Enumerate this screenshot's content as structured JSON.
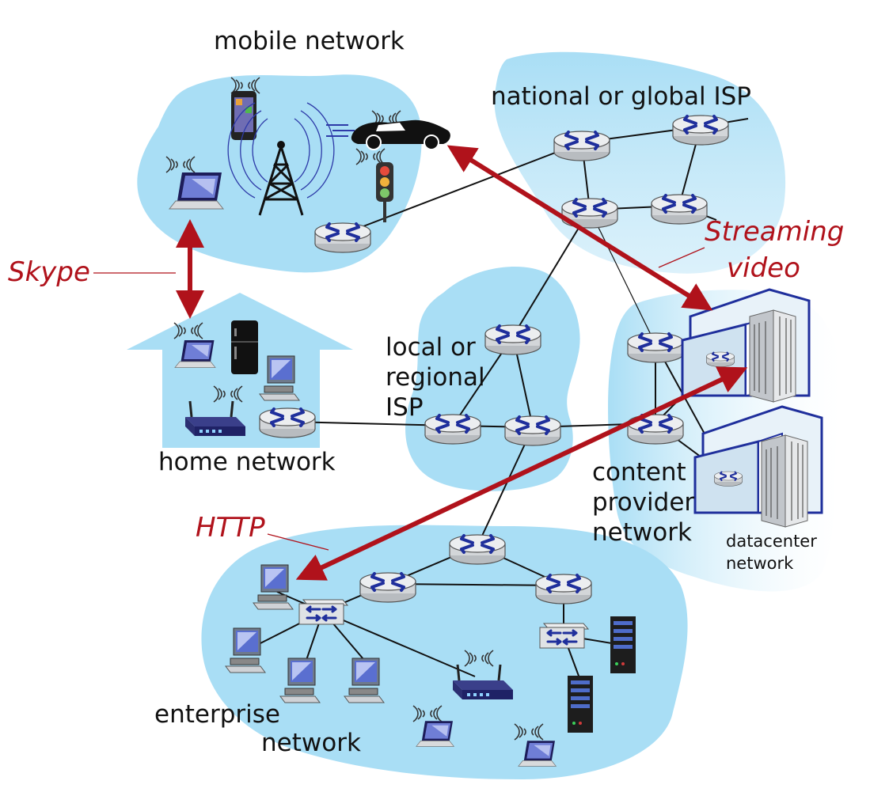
{
  "labels": {
    "mobile": "mobile network",
    "national_isp": "national or global ISP",
    "home": "home network",
    "local_isp": [
      "local or",
      "regional",
      "ISP"
    ],
    "content_provider": [
      "content",
      "provider",
      "network"
    ],
    "datacenter": [
      "datacenter",
      "network"
    ],
    "enterprise": [
      "enterprise",
      "network"
    ]
  },
  "apps": {
    "skype": "Skype",
    "streaming": [
      "Streaming",
      "video"
    ],
    "http": "HTTP"
  },
  "colors": {
    "cloud": "#a9def5",
    "cloud_light": "#d4eef8",
    "router_body": "#e6e8ea",
    "router_mark": "#1f2f9c",
    "app_red": "#b0121b",
    "link": "#111111"
  },
  "icons": [
    "router-icon",
    "switch-icon",
    "laptop-icon",
    "smartphone-icon",
    "cell-tower-icon",
    "car-icon",
    "traffic-light-icon",
    "fridge-icon",
    "desktop-icon",
    "wifi-router-icon",
    "server-icon",
    "datacenter-building-icon"
  ]
}
